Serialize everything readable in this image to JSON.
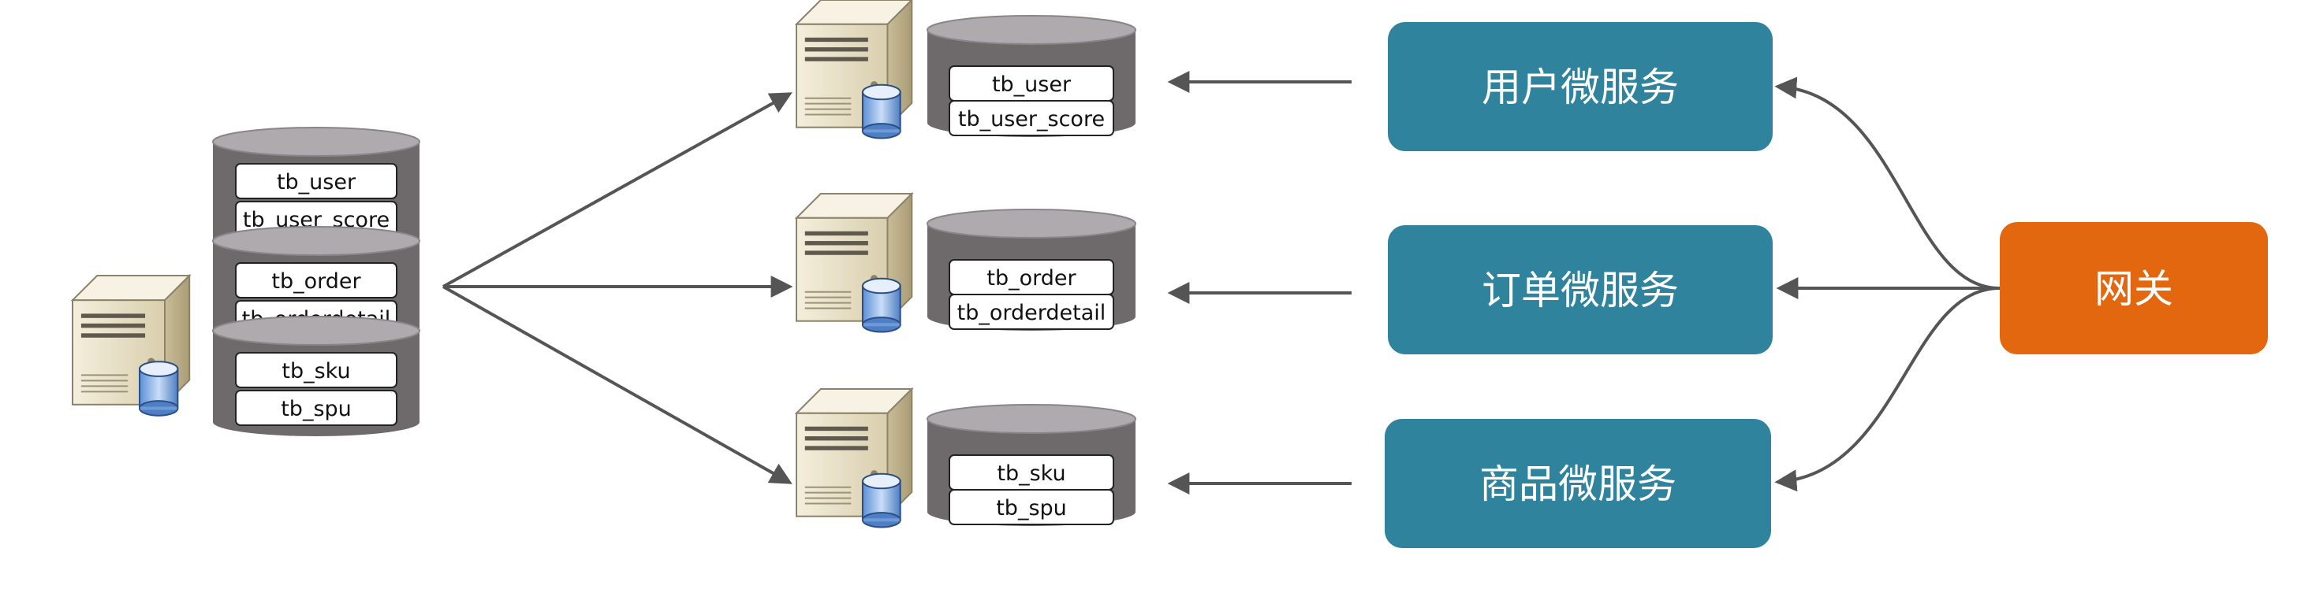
{
  "colors": {
    "service_box": "#2F839C",
    "gateway_box": "#E2670F",
    "arrow": "#555555",
    "db_body": "#6E6A6C",
    "db_top": "#AFAAAD",
    "table_fill": "#ffffff",
    "server_body": "#E9E1C8"
  },
  "monolith": {
    "icon": "server-with-database-icon",
    "tables": [
      "tb_user",
      "tb_user_score",
      "tb_order",
      "tb_orderdetail",
      "tb_sku",
      "tb_spu"
    ]
  },
  "split_databases": [
    {
      "icon": "server-with-database-icon",
      "tables": [
        "tb_user",
        "tb_user_score"
      ]
    },
    {
      "icon": "server-with-database-icon",
      "tables": [
        "tb_order",
        "tb_orderdetail"
      ]
    },
    {
      "icon": "server-with-database-icon",
      "tables": [
        "tb_sku",
        "tb_spu"
      ]
    }
  ],
  "services": [
    {
      "label": "用户微服务"
    },
    {
      "label": "订单微服务"
    },
    {
      "label": "商品微服务"
    }
  ],
  "gateway": {
    "label": "网关"
  }
}
